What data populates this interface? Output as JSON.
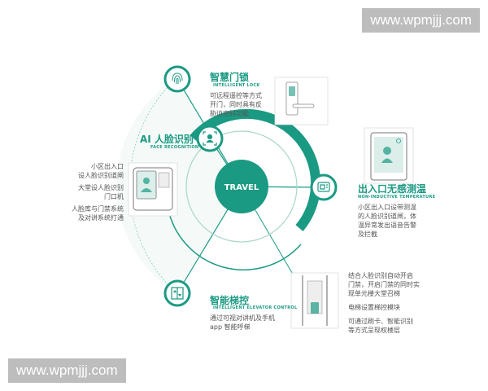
{
  "watermark": "www.wpmjjj.com",
  "center_label": "TRAVEL",
  "colors": {
    "teal": "#1b9a83",
    "light_teal": "#d7ece6",
    "text": "#555555"
  },
  "nodes": {
    "lock": {
      "title": "智慧门锁",
      "subtitle": "INTELLIGENT LOCK",
      "icon": "fingerprint-icon",
      "desc": [
        "可远程遥控等方式",
        "开门，同时具有反",
        "胁迫密码功能"
      ]
    },
    "face": {
      "title": "AI 人脸识别",
      "subtitle": "FACE RECOGNITION",
      "icon": "face-id-icon",
      "desc_groups": [
        [
          "小区出入口",
          "设人脸识别道闸"
        ],
        [
          "大堂设人脸识别",
          "门口机"
        ],
        [
          "人脸库与门禁系统",
          "及对讲系统打通"
        ]
      ]
    },
    "temperature": {
      "title": "出入口无感测温",
      "subtitle": "NON-INDUCTIVE TEMPERATURE",
      "icon": "thermal-camera-icon",
      "desc": [
        "小区出入口设带测温",
        "的人脸识别道闸，体",
        "温异常发出语音告警",
        "及拦截"
      ]
    },
    "elevator": {
      "title": "智能梯控",
      "subtitle": "INTELLIGENT ELEVATOR CONTROL",
      "icon": "elevator-icon",
      "desc": [
        "通过可视对讲机及手机",
        "app 智能呼梯"
      ],
      "desc_groups_right": [
        [
          "结合人脸识别自动开启",
          "门禁，开启门禁的同时实",
          "现单元楼大堂召梯"
        ],
        [
          "电梯设置梯控模块"
        ],
        [
          "可通过刷卡、智能识别",
          "等方式呈现权楼层"
        ]
      ]
    }
  }
}
